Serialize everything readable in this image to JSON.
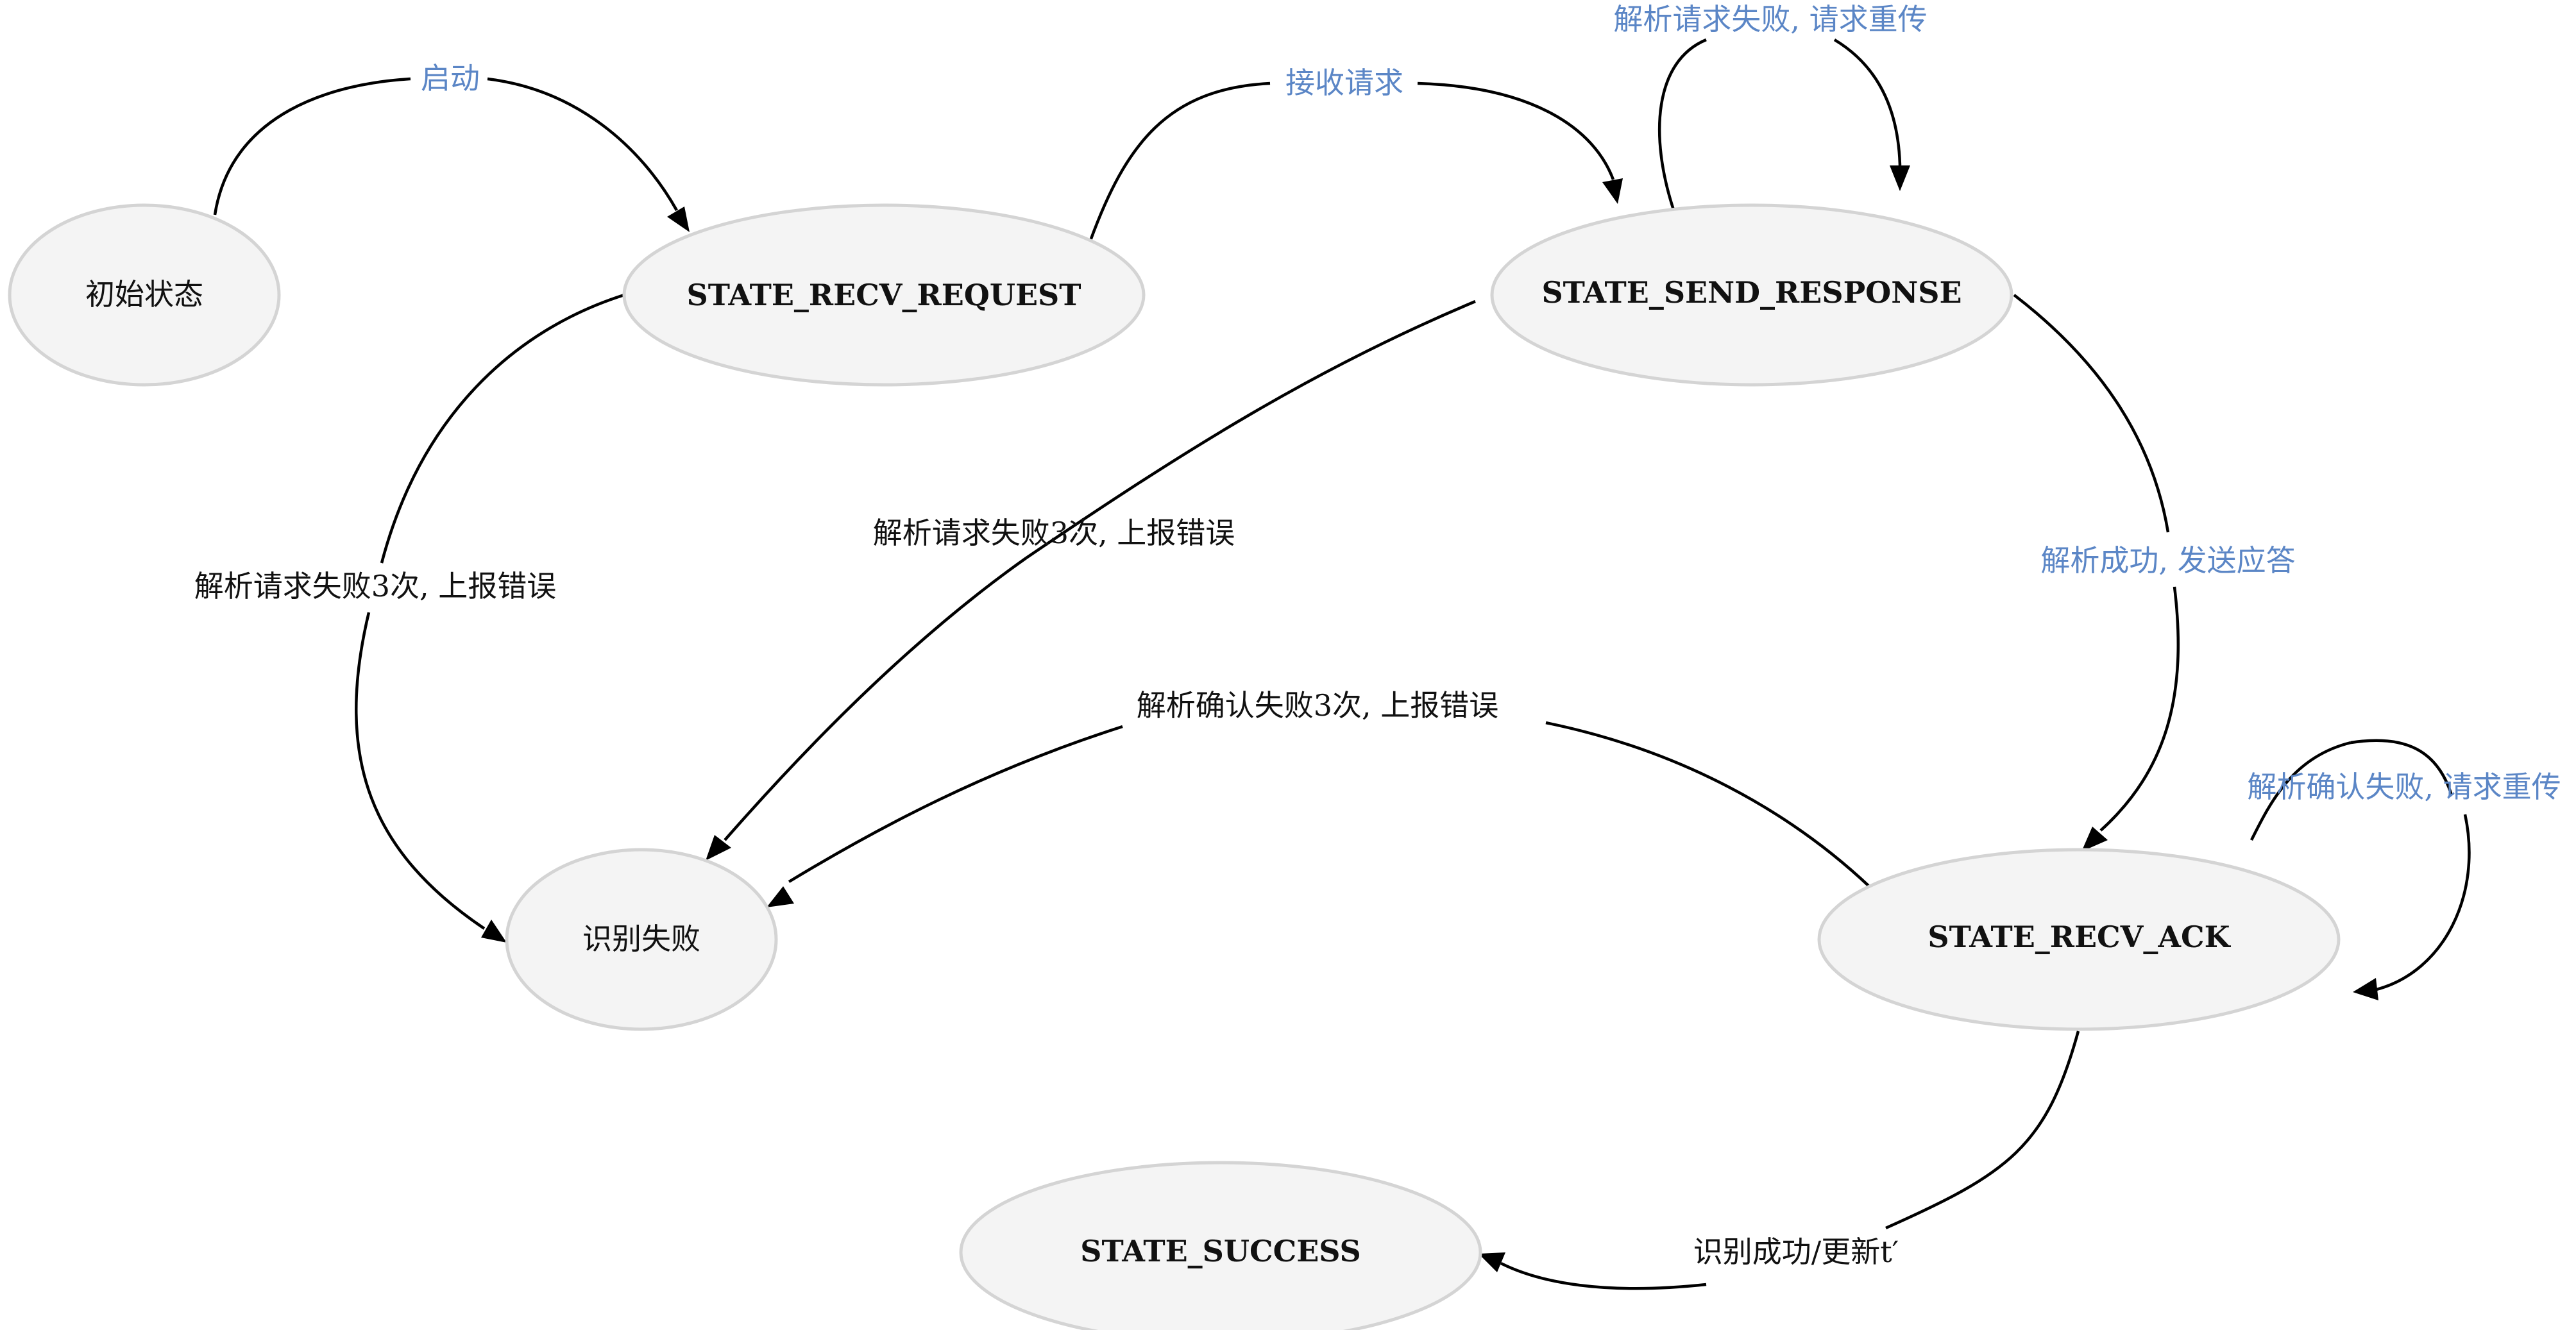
{
  "nodes": {
    "initial": "初始状态",
    "recv_request": "STATE_RECV_REQUEST",
    "send_response": "STATE_SEND_RESPONSE",
    "fail": "识别失败",
    "recv_ack": "STATE_RECV_ACK",
    "success": "STATE_SUCCESS"
  },
  "edges": {
    "start": "启动",
    "recv_request": "接收请求",
    "request_retry": "解析请求失败, 请求重传",
    "request_fail_a": "解析请求失败3次, 上报错误",
    "request_fail_b": "解析请求失败3次, 上报错误",
    "parse_ok": "解析成功, 发送应答",
    "ack_fail": "解析确认失败3次, 上报错误",
    "ack_retry": "解析确认失败, 请求重传",
    "recognized": "识别成功/更新t′"
  },
  "colors": {
    "node_fill": "#f4f4f4",
    "node_stroke": "#d4d4d4",
    "edge": "#000000",
    "label_blue": "#5b86c6",
    "label_black": "#111111"
  }
}
